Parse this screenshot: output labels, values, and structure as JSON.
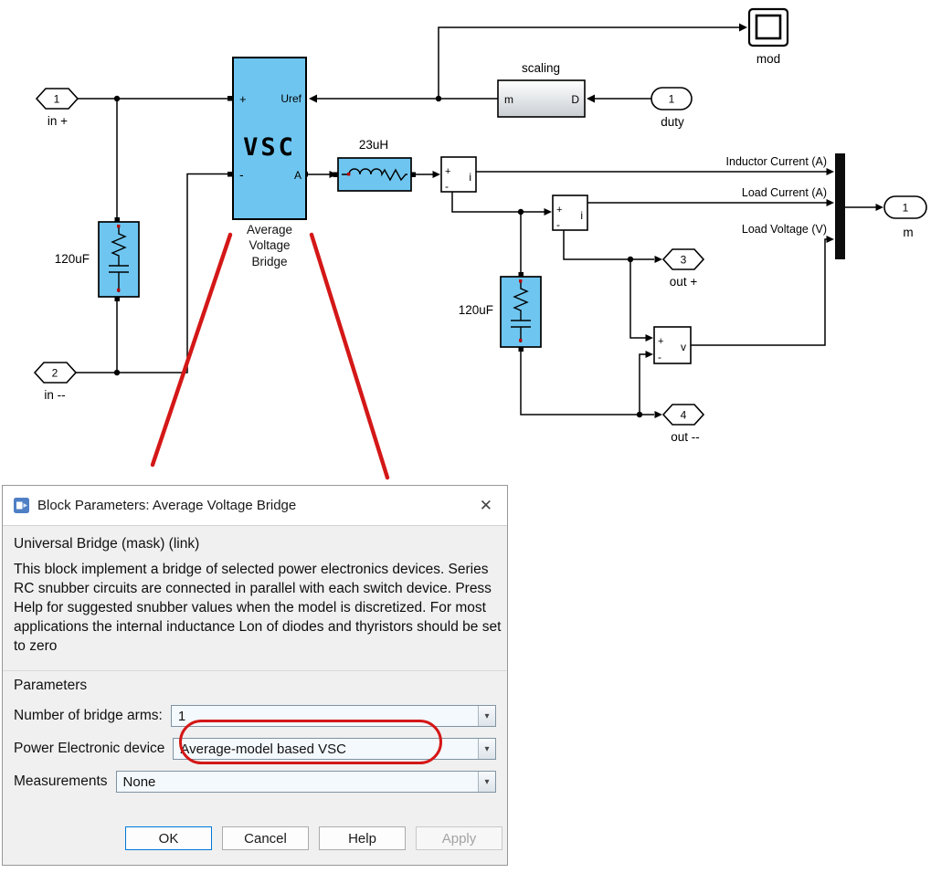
{
  "diagram": {
    "ports": {
      "in_plus": {
        "num": "1",
        "label": "in +"
      },
      "in_minus": {
        "num": "2",
        "label": "in --"
      },
      "out_plus": {
        "num": "3",
        "label": "out +"
      },
      "out_minus": {
        "num": "4",
        "label": "out --"
      },
      "duty": {
        "num": "1",
        "label": "duty"
      },
      "m": {
        "num": "1",
        "label": "m"
      }
    },
    "vsc": {
      "name": "VSC",
      "port_plus": "+",
      "port_uref": "Uref",
      "port_minus": "-",
      "port_a": "A",
      "caption": "Average\nVoltage\nBridge"
    },
    "cap1_label": "120uF",
    "cap2_label": "120uF",
    "inductor_label": "23uH",
    "scaling": {
      "caption": "scaling",
      "port_m": "m",
      "port_d": "D"
    },
    "scope_label": "mod",
    "current1": {
      "plus": "+",
      "minus": "-",
      "out": "i"
    },
    "current2": {
      "plus": "+",
      "minus": "-",
      "out": "i"
    },
    "voltmeter": {
      "plus": "+",
      "minus": "-",
      "out": "v"
    },
    "signals": {
      "inductor_current": "Inductor Current (A)",
      "load_current": "Load Current (A)",
      "load_voltage": "Load Voltage (V)"
    },
    "colors": {
      "block_blue": "#6ec6f0",
      "annotation_red": "#d41717"
    }
  },
  "dialog": {
    "title": "Block Parameters: Average Voltage Bridge",
    "close_glyph": "✕",
    "mask_title": "Universal Bridge (mask) (link)",
    "description": "This block implement a bridge of selected power electronics devices. Series RC snubber circuits are connected in parallel with each switch device.  Press Help for suggested snubber values when the model is discretized. For most applications the internal inductance Lon of diodes and thyristors should be set to zero",
    "section_label": "Parameters",
    "fields": [
      {
        "label": "Number of bridge arms:",
        "value": "1"
      },
      {
        "label": "Power Electronic device",
        "value": "Average-model based VSC"
      },
      {
        "label": "Measurements",
        "value": "None"
      }
    ],
    "combo_arrow": "▾",
    "buttons": [
      {
        "label": "OK"
      },
      {
        "label": "Cancel"
      },
      {
        "label": "Help"
      },
      {
        "label": "Apply",
        "disabled": true
      }
    ],
    "accent_colors": {
      "ok_border": "#0078d7"
    }
  }
}
